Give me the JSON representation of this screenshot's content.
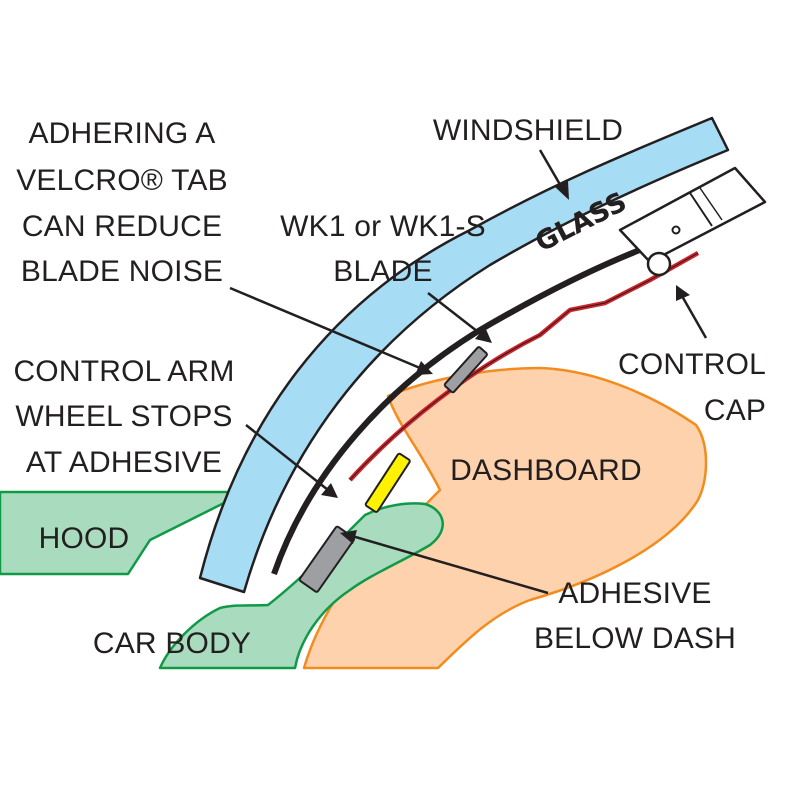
{
  "labels": {
    "velcro_line1": "ADHERING A",
    "velcro_line2": "VELCRO® TAB",
    "velcro_line3": "CAN REDUCE",
    "velcro_line4": "BLADE NOISE",
    "windshield": "WINDSHIELD",
    "glass": "GLASS",
    "blade_line1": "WK1 or WK1-S",
    "blade_line2": "BLADE",
    "control_arm_line1": "CONTROL ARM",
    "control_arm_line2": "WHEEL STOPS",
    "control_arm_line3": "AT ADHESIVE",
    "control_cap_line1": "CONTROL",
    "control_cap_line2": "CAP",
    "dashboard": "DASHBOARD",
    "hood": "HOOD",
    "car_body": "CAR BODY",
    "adhesive_line1": "ADHESIVE",
    "adhesive_line2": "BELOW DASH"
  },
  "colors": {
    "glass": "#a6dcf4",
    "dashboard": "#fdd2ad",
    "dashboard_outline": "#f28c1e",
    "hood": "#a9dcbf",
    "car_body_outline": "#109a48",
    "control_arm": "#d2232a",
    "blade": "#231f20",
    "velcro_tab": "#9d9fa2",
    "adhesive_wheel_stop": "#fff200",
    "outline": "#231f20"
  }
}
